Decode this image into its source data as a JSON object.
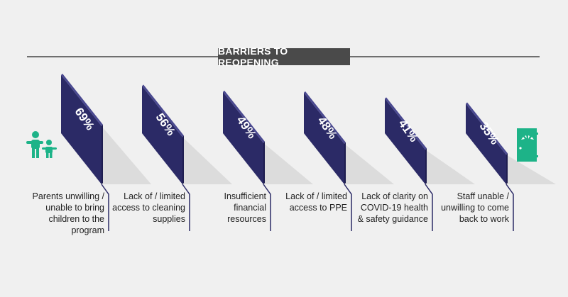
{
  "chart_data": {
    "type": "bar",
    "title": "BARRIERS TO REOPENING",
    "categories": [
      "Parents unwilling / unable to bring children to the program",
      "Lack of / limited access to cleaning supplies",
      "Insufficient financial resources",
      "Lack of / limited access to PPE",
      "Lack of clarity on COVID-19 health & safety guidance",
      "Staff unable / unwilling to come back to work"
    ],
    "label_lines": [
      [
        "Parents unwilling /",
        "unable to bring",
        "children to the",
        "program"
      ],
      [
        "Lack of / limited",
        "access to cleaning",
        "supplies"
      ],
      [
        "Insufficient",
        "financial",
        "resources"
      ],
      [
        "Lack of / limited",
        "access to PPE"
      ],
      [
        "Lack of clarity on",
        "COVID-19 health",
        "& safety guidance"
      ],
      [
        "Staff unable /",
        "unwilling to come",
        "back to work"
      ]
    ],
    "values": [
      69,
      56,
      49,
      48,
      41,
      35
    ],
    "data_labels": [
      "69%",
      "56%",
      "49%",
      "48%",
      "41%",
      "35%"
    ],
    "unit": "%",
    "ylim": [
      0,
      100
    ],
    "grid": false,
    "icons": [
      "parent-child-icon",
      "door-icon"
    ],
    "colors": {
      "bar": "#2b2a66",
      "accent": "#1db388",
      "title_bg": "#4a4a4a",
      "shadow": "#dcdcdc"
    }
  }
}
